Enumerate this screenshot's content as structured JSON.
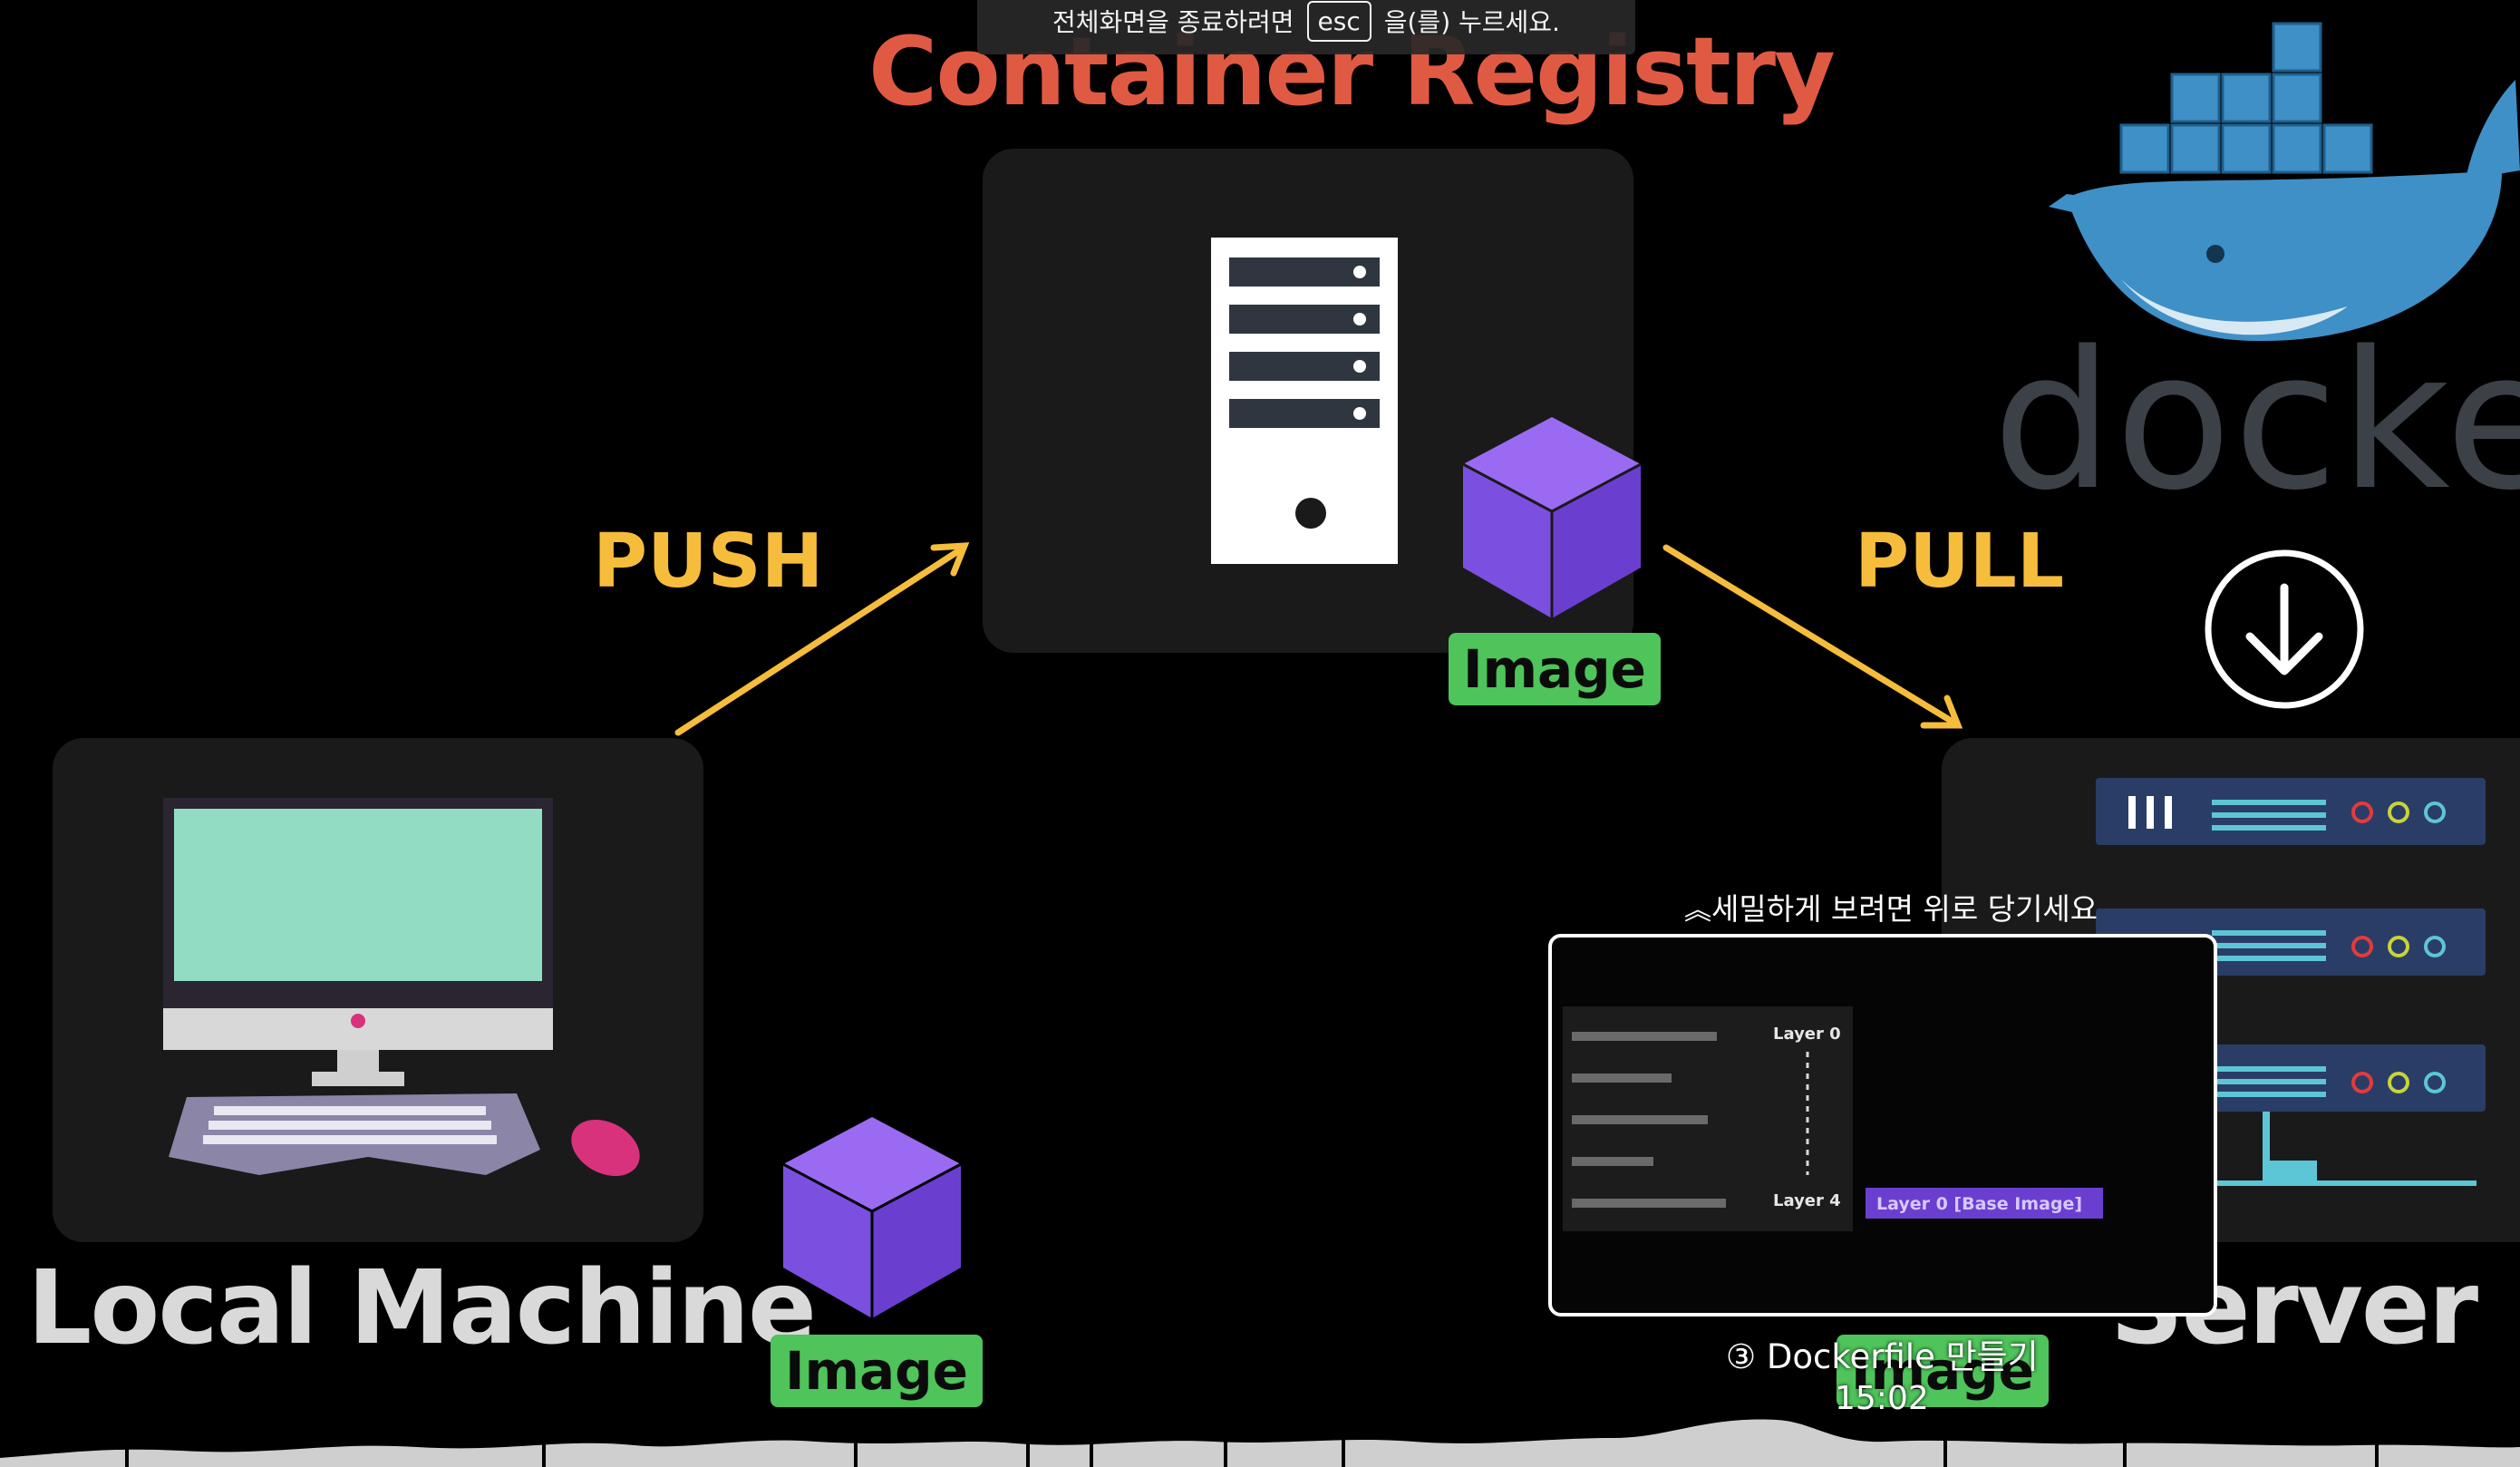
{
  "fullscreen_notice": {
    "prefix": "전체화면을 종료하려면",
    "key": "esc",
    "suffix": "을(를) 누르세요."
  },
  "diagram": {
    "registry_title": "Container Registry",
    "local_title": "Local Machine",
    "server_title": "Server",
    "push_label": "PUSH",
    "pull_label": "PULL",
    "image_badge_label": "Image",
    "docker_wordmark": "docker"
  },
  "seek_preview": {
    "pull_up_hint": "세밀하게 보려면 위로 당기세요",
    "chapter": "③ Dockerfile 만들기",
    "time": "15:02",
    "thumb_labels": {
      "layer_top": "Layer 0",
      "layer_bottom": "Layer 4",
      "base_image": "Layer 0 [Base Image]"
    }
  },
  "colors": {
    "registry_title": "#e05a43",
    "verb": "#f6bd3c",
    "image_badge": "#4ec45a",
    "cube": "#7b4fe0",
    "panel": "#1a1a1a",
    "docker_blue": "#3f90c7"
  }
}
